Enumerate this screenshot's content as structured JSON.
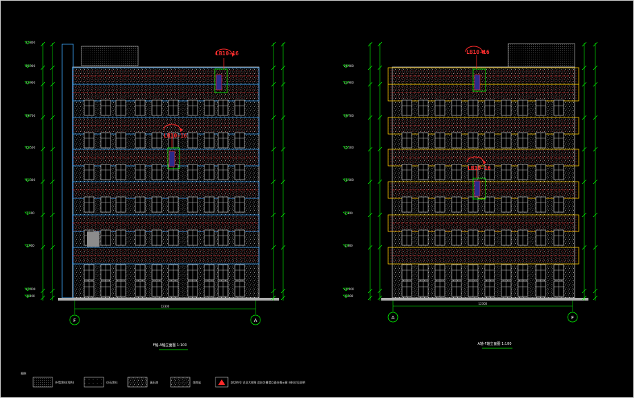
{
  "colors": {
    "background": "#000000",
    "frame": "#cfcfcf",
    "dimension": "#00ff00",
    "glass": "#3fa9ff",
    "section_cut": "#ff2a2a",
    "stone_texture": "#cfcfcf",
    "band_highlight": "#ffcc00",
    "ground": "#b0b0b0"
  },
  "left_elevation": {
    "title": "F轴-A轴立面图 1:100",
    "callouts": [
      "LB10-16",
      "LB10-16"
    ],
    "axis_left": "F",
    "axis_right": "A",
    "total_width": "12300",
    "level_labels": [
      "27.800",
      "26.900",
      "23.900",
      "19.700",
      "15.500",
      "11.300",
      "7.100",
      "2.900",
      "±0.000",
      "-0.300"
    ]
  },
  "right_elevation": {
    "title": "A轴-F轴立面图 1:100",
    "callouts": [
      "LB10-16",
      "LB10-16"
    ],
    "axis_left": "A",
    "axis_right": "F",
    "total_width": "12300",
    "level_labels": [
      "26.900",
      "23.900",
      "19.700",
      "15.500",
      "11.300",
      "7.100",
      "2.900",
      "±0.000",
      "-0.300"
    ]
  },
  "legend": {
    "heading": "图例",
    "items": [
      {
        "swatch": "dense-dots",
        "label": "外墙涂料(浅色)"
      },
      {
        "swatch": "sparse-dots",
        "label": "仿石涂料"
      },
      {
        "swatch": "stone",
        "label": "真石漆"
      },
      {
        "swatch": "granite",
        "label": "花岗岩"
      },
      {
        "swatch": "section-symbol",
        "label": "剖切符号 详见大样图 此处为幕墙立面分格示意 材料详见说明"
      }
    ]
  }
}
